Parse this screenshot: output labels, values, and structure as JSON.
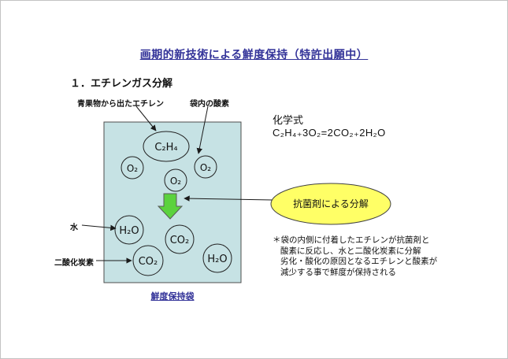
{
  "page": {
    "title": "画期的新技術による鮮度保持（特許出願中）",
    "section_heading": "１．エチレンガス分解"
  },
  "colors": {
    "title_blue": "#333399",
    "bag_fill": "#c6e2e4",
    "arrow_green": "#5bd23e",
    "callout_yellow": "#ffff66",
    "caption_link_blue": "#333399"
  },
  "formula": {
    "label": "化学式",
    "equation": "C₂H₄₊3O₂=2CO₂₊2H₂O"
  },
  "diagram": {
    "label_ethylene_source": "青果物から出たエチレン",
    "label_bag_oxygen": "袋内の酸素",
    "label_water": "水",
    "label_carbon_dioxide": "二酸化炭素",
    "callout": "抗菌剤による分解",
    "bag_caption": "鮮度保持袋",
    "molecules": {
      "c2h4": "C₂H₄",
      "o2_left": "O₂",
      "o2_mid": "O₂",
      "o2_right": "O₂",
      "h2o_top": "H₂O",
      "co2_mid": "CO₂",
      "co2_low": "CO₂",
      "h2o_right": "H₂O"
    }
  },
  "note": {
    "lines": [
      "＊袋の内側に付着したエチレンが抗菌剤と",
      "酸素に反応し、水と二酸化炭素に分解",
      "劣化・酸化の原因となるエチレンと酸素が",
      "減少する事で鮮度が保持される"
    ]
  }
}
